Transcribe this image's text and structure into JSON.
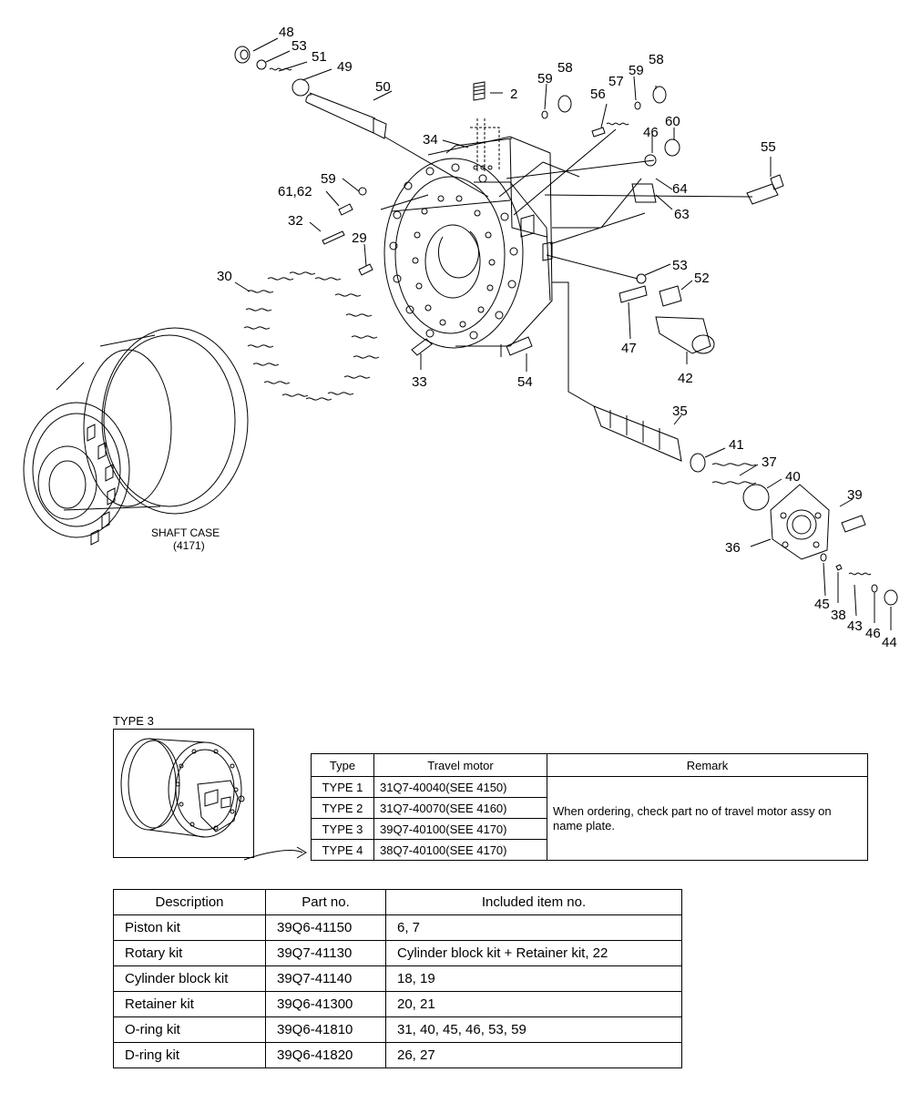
{
  "callouts": [
    {
      "id": "c48",
      "text": "48"
    },
    {
      "id": "c53a",
      "text": "53"
    },
    {
      "id": "c51",
      "text": "51"
    },
    {
      "id": "c49",
      "text": "49"
    },
    {
      "id": "c50",
      "text": "50"
    },
    {
      "id": "c2",
      "text": "2"
    },
    {
      "id": "c59a",
      "text": "59"
    },
    {
      "id": "c58a",
      "text": "58"
    },
    {
      "id": "c56",
      "text": "56"
    },
    {
      "id": "c57",
      "text": "57"
    },
    {
      "id": "c59b",
      "text": "59"
    },
    {
      "id": "c58b",
      "text": "58"
    },
    {
      "id": "c60",
      "text": "60"
    },
    {
      "id": "c46a",
      "text": "46"
    },
    {
      "id": "c34",
      "text": "34"
    },
    {
      "id": "c55",
      "text": "55"
    },
    {
      "id": "c64",
      "text": "64"
    },
    {
      "id": "c63",
      "text": "63"
    },
    {
      "id": "c59c",
      "text": "59"
    },
    {
      "id": "c6162",
      "text": "61,62"
    },
    {
      "id": "c32",
      "text": "32"
    },
    {
      "id": "c29",
      "text": "29"
    },
    {
      "id": "c30",
      "text": "30"
    },
    {
      "id": "c53b",
      "text": "53"
    },
    {
      "id": "c52",
      "text": "52"
    },
    {
      "id": "c47",
      "text": "47"
    },
    {
      "id": "c42",
      "text": "42"
    },
    {
      "id": "c33",
      "text": "33"
    },
    {
      "id": "c54",
      "text": "54"
    },
    {
      "id": "c35",
      "text": "35"
    },
    {
      "id": "c41",
      "text": "41"
    },
    {
      "id": "c37",
      "text": "37"
    },
    {
      "id": "c40",
      "text": "40"
    },
    {
      "id": "c39",
      "text": "39"
    },
    {
      "id": "c36",
      "text": "36"
    },
    {
      "id": "c45",
      "text": "45"
    },
    {
      "id": "c38",
      "text": "38"
    },
    {
      "id": "c43",
      "text": "43"
    },
    {
      "id": "c46b",
      "text": "46"
    },
    {
      "id": "c44",
      "text": "44"
    }
  ],
  "shaft_case": {
    "line1": "SHAFT CASE",
    "line2": "(4171)"
  },
  "type3_label": "TYPE 3",
  "type_table": {
    "headers": [
      "Type",
      "Travel motor",
      "Remark"
    ],
    "rows": [
      {
        "type": "TYPE 1",
        "motor": "31Q7-40040(SEE 4150)"
      },
      {
        "type": "TYPE 2",
        "motor": "31Q7-40070(SEE 4160)"
      },
      {
        "type": "TYPE 3",
        "motor": "39Q7-40100(SEE 4170)"
      },
      {
        "type": "TYPE 4",
        "motor": "38Q7-40100(SEE 4170)"
      }
    ],
    "remark": "When ordering, check part no of travel motor assy on name plate."
  },
  "kit_table": {
    "headers": [
      "Description",
      "Part no.",
      "Included item no."
    ],
    "rows": [
      {
        "desc": "Piston kit",
        "part": "39Q6-41150",
        "items": "6, 7"
      },
      {
        "desc": "Rotary kit",
        "part": "39Q7-41130",
        "items": "Cylinder block kit + Retainer kit, 22"
      },
      {
        "desc": "Cylinder block kit",
        "part": "39Q7-41140",
        "items": "18, 19"
      },
      {
        "desc": "Retainer kit",
        "part": "39Q6-41300",
        "items": "20, 21"
      },
      {
        "desc": "O-ring kit",
        "part": "39Q6-41810",
        "items": "31, 40, 45, 46, 53, 59"
      },
      {
        "desc": "D-ring kit",
        "part": "39Q6-41820",
        "items": "26, 27"
      }
    ]
  }
}
